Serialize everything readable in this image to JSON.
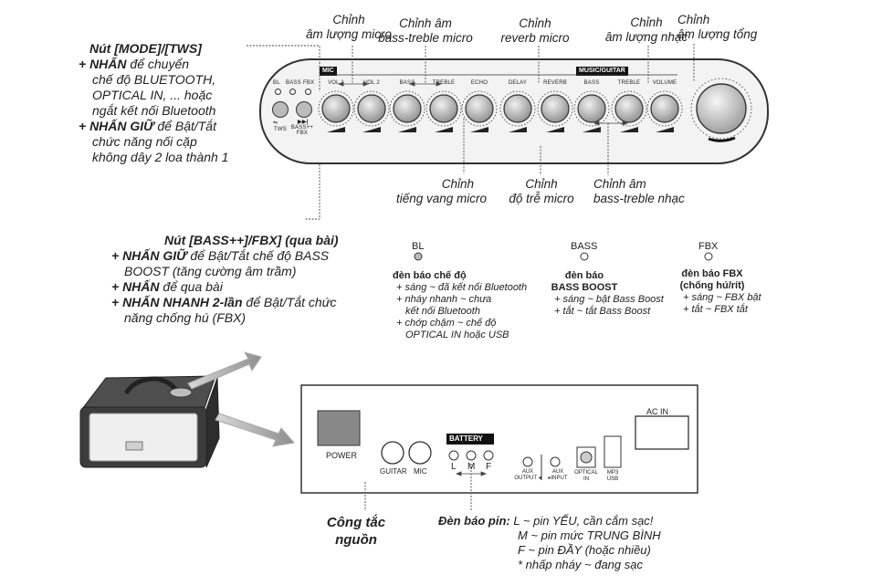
{
  "top_labels": {
    "mic_volume": [
      "Chỉnh",
      "âm lượng micro"
    ],
    "mic_bass_treble": [
      "Chỉnh âm",
      "bass-treble micro"
    ],
    "reverb": [
      "Chỉnh",
      "reverb micro"
    ],
    "music_volume": [
      "Chỉnh",
      "âm lượng nhạc"
    ],
    "master_volume": [
      "Chỉnh",
      "âm lượng tổng"
    ]
  },
  "bottom_labels": {
    "echo": [
      "Chỉnh",
      "tiếng vang micro"
    ],
    "delay": [
      "Chỉnh",
      "độ trễ micro"
    ],
    "music_bass_treble": [
      "Chỉnh âm",
      "bass-treble nhạc"
    ]
  },
  "mode_tws": {
    "title": "Nút [MODE]/[TWS]",
    "lines": [
      {
        "bold": "+ NHẤN",
        "rest": " để chuyển"
      },
      {
        "bold": "",
        "rest": "chế độ BLUETOOTH,"
      },
      {
        "bold": "",
        "rest": "OPTICAL IN, ... hoặc"
      },
      {
        "bold": "",
        "rest": "ngắt kết nối Bluetooth"
      },
      {
        "bold": "+ NHẤN GIỮ",
        "rest": " để Bật/Tắt"
      },
      {
        "bold": "",
        "rest": "chức năng nối cặp"
      },
      {
        "bold": "",
        "rest": "không dây 2 loa thành 1"
      }
    ]
  },
  "bass_fbx": {
    "title": "Nút [BASS++]/FBX] (qua bài)",
    "lines": [
      {
        "bold": "+ NHẤN GIỮ",
        "rest": " để Bật/Tắt chế độ BASS"
      },
      {
        "bold": "",
        "rest": "BOOST (tăng cường âm trầm)"
      },
      {
        "bold": "+ NHẤN",
        "rest": " để qua bài"
      },
      {
        "bold": "+ NHẤN NHANH 2-lần",
        "rest": " để Bật/Tắt chức"
      },
      {
        "bold": "",
        "rest": "năng chống hú (FBX)"
      }
    ]
  },
  "panel": {
    "mic_tag": "MIC",
    "music_tag": "MUSIC/GUITAR",
    "indicators": [
      "BL",
      "BASS",
      "FBX"
    ],
    "btn_tws": "TWS",
    "btn_bass": [
      "BASS++",
      "FBX"
    ],
    "knobs": [
      "VOL 1",
      "VOL 2",
      "BASS",
      "TREBLE",
      "ECHO",
      "DELAY",
      "REVERB",
      "BASS",
      "TREBLE",
      "VOLUME"
    ]
  },
  "led_info": {
    "bl": {
      "name": "BL",
      "title": "đèn báo chế độ",
      "lines": [
        "+ sáng ~ đã kết nối Bluetooth",
        "+ nháy nhanh ~ chưa",
        "kết nối Bluetooth",
        "+ chớp chậm ~ chế độ",
        "OPTICAL IN hoặc USB"
      ]
    },
    "bass": {
      "name": "BASS",
      "title": [
        "đèn báo",
        "BASS BOOST"
      ],
      "lines": [
        "+ sáng ~ bật Bass Boost",
        "+ tắt ~ tắt Bass Boost"
      ]
    },
    "fbx": {
      "name": "FBX",
      "title": [
        "đèn báo FBX",
        "(chống hú/rít)"
      ],
      "lines": [
        "+ sáng ~ FBX bật",
        "+ tắt ~ FBX tắt"
      ]
    }
  },
  "rear": {
    "power": "POWER",
    "guitar": "GUITAR",
    "mic": "MIC",
    "battery": "BATTERY",
    "battery_leds": [
      "L",
      "M",
      "F"
    ],
    "aux_out": [
      "AUX",
      "OUTPUT ◂"
    ],
    "aux_in": [
      "AUX",
      "▸INPUT"
    ],
    "optical": [
      "OPTICAL",
      "IN"
    ],
    "usb": [
      "MP3",
      "USB"
    ],
    "ac_in": "AC IN"
  },
  "power_switch": [
    "Công tắc",
    "nguồn"
  ],
  "battery_info": {
    "head": "Đèn báo pin:",
    "lines": [
      "L ~ pin YẾU, cần cắm sạc!",
      "M ~ pin mức TRUNG BÌNH",
      "F ~ pin ĐẦY (hoặc nhiều)",
      "* nhấp nháy ~ đang sạc"
    ]
  }
}
